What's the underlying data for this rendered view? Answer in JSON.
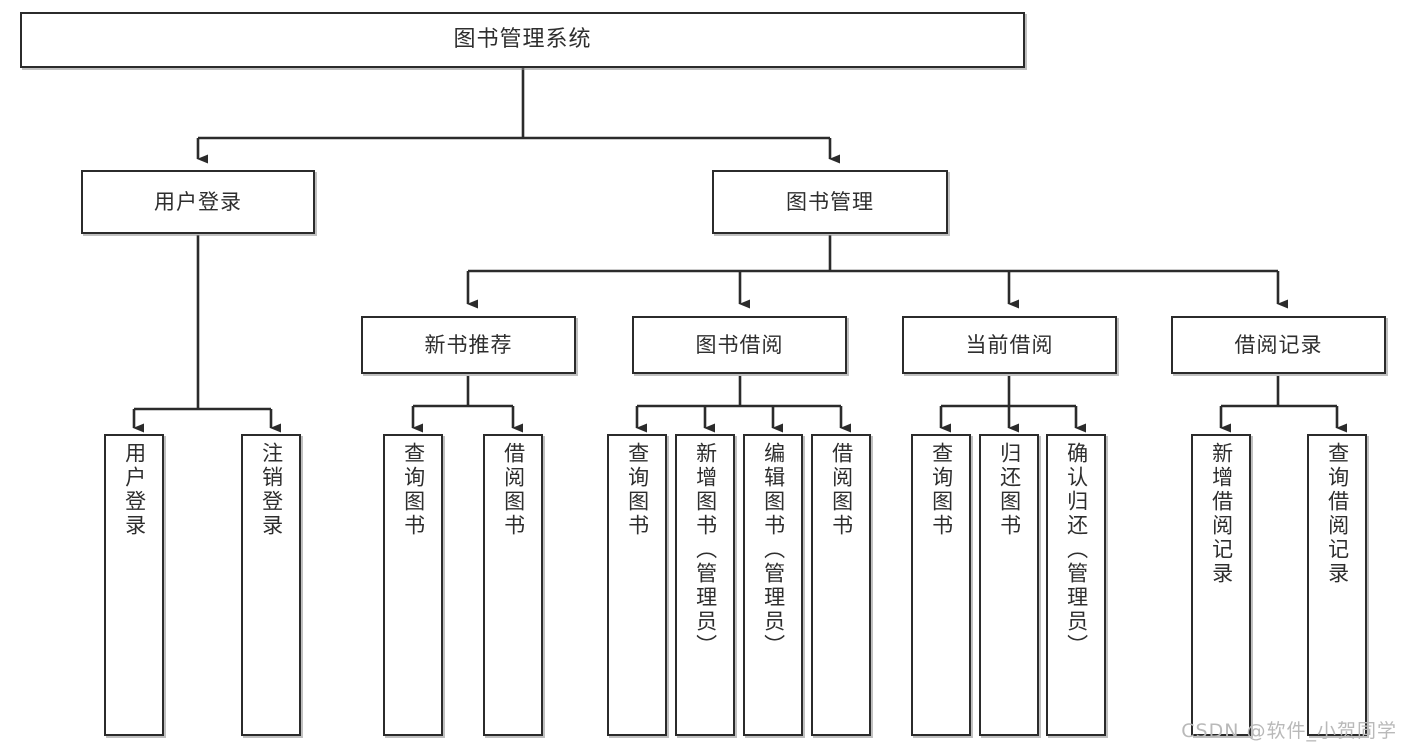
{
  "diagram": {
    "title": "图书管理系统",
    "type": "tree-hierarchy",
    "watermark": "CSDN @软件_小贺同学",
    "colors": {
      "box_border": "#2b2b2b",
      "box_fill": "#ffffff",
      "text": "#2f2f2f",
      "connector": "#2b2b2b",
      "watermark": "#b9b9b9"
    },
    "nodes": {
      "root": {
        "label": "图书管理系统"
      },
      "level2": [
        {
          "id": "user-login",
          "label": "用户登录"
        },
        {
          "id": "book-manage",
          "label": "图书管理"
        }
      ],
      "level3": [
        {
          "id": "new-book-recommend",
          "label": "新书推荐"
        },
        {
          "id": "book-borrow",
          "label": "图书借阅"
        },
        {
          "id": "current-borrow",
          "label": "当前借阅"
        },
        {
          "id": "borrow-record",
          "label": "借阅记录"
        }
      ],
      "leaves": [
        {
          "id": "leaf-user-login",
          "parent": "user-login",
          "label": "用户登录"
        },
        {
          "id": "leaf-logout-login",
          "parent": "user-login",
          "label": "注销登录"
        },
        {
          "id": "leaf-query-book-1",
          "parent": "new-book-recommend",
          "label": "查询图书"
        },
        {
          "id": "leaf-borrow-book-1",
          "parent": "new-book-recommend",
          "label": "借阅图书"
        },
        {
          "id": "leaf-query-book-2",
          "parent": "book-borrow",
          "label": "查询图书"
        },
        {
          "id": "leaf-add-book",
          "parent": "book-borrow",
          "label": "新增图书（管理员）"
        },
        {
          "id": "leaf-edit-book",
          "parent": "book-borrow",
          "label": "编辑图书（管理员）"
        },
        {
          "id": "leaf-borrow-book-2",
          "parent": "book-borrow",
          "label": "借阅图书"
        },
        {
          "id": "leaf-query-book-3",
          "parent": "current-borrow",
          "label": "查询图书"
        },
        {
          "id": "leaf-return-book",
          "parent": "current-borrow",
          "label": "归还图书"
        },
        {
          "id": "leaf-confirm-return",
          "parent": "current-borrow",
          "label": "确认归还（管理员）"
        },
        {
          "id": "leaf-add-record",
          "parent": "borrow-record",
          "label": "新增借阅记录"
        },
        {
          "id": "leaf-query-record",
          "parent": "borrow-record",
          "label": "查询借阅记录"
        }
      ]
    }
  }
}
